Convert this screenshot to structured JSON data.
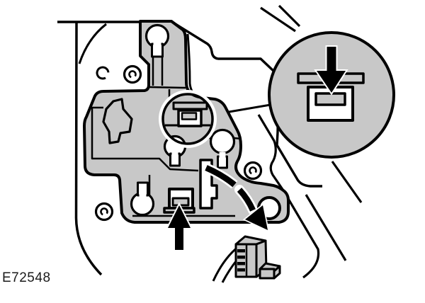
{
  "figure_label": {
    "text": "E72548"
  },
  "colors": {
    "housing_gray": "#c8c8c8",
    "line": "#000000",
    "background": "#ffffff",
    "label_text": "#1a1a1a"
  },
  "icons": {
    "magnifier": "magnified-callout-circle",
    "press_tab": "down-arrow",
    "press_connector": "up-arrow",
    "removal_direction": "curved-arrow"
  }
}
